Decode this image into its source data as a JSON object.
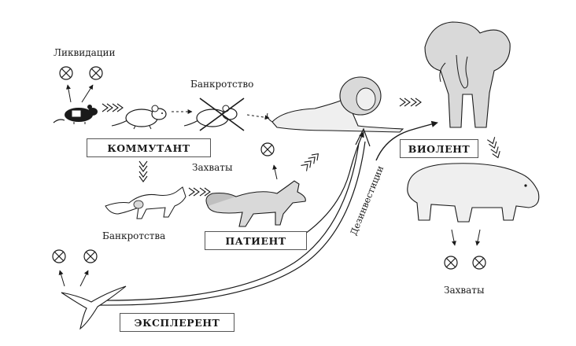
{
  "labels": {
    "liquidation": "Ликвидации",
    "bankruptcy_single": "Банкротство",
    "captures_top": "Захваты",
    "bankruptcies": "Банкротства",
    "divestment": "Дезинвестиции",
    "captures_bottom": "Захваты"
  },
  "strategies": {
    "commutant": "КОММУТАНТ",
    "patient": "ПАТИЕНТ",
    "violent": "ВИОЛЕНТ",
    "explerent": "ЭКСПЛЕРЕНТ"
  },
  "colors": {
    "ink": "#1a1a1a",
    "fill": "#d9d9d9",
    "fill_light": "#efefef",
    "border": "#555555"
  }
}
